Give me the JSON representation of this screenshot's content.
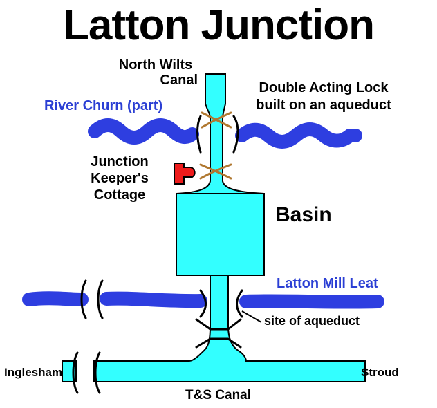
{
  "title": "Latton Junction",
  "labels": {
    "north_wilts_line1": "North Wilts",
    "north_wilts_line2": "Canal",
    "river_churn": "River Churn (part)",
    "lock_line1": "Double Acting Lock",
    "lock_line2": "built on an aqueduct",
    "cottage_line1": "Junction",
    "cottage_line2": "Keeper's",
    "cottage_line3": "Cottage",
    "basin": "Basin",
    "mill_leat": "Latton Mill Leat",
    "aqueduct_site": "site of aqueduct",
    "inglesham": "Inglesham",
    "stroud": "Stroud",
    "ts_canal": "T&S Canal"
  },
  "colors": {
    "canal_water": "#33ffff",
    "river": "#2e3ee0",
    "lock_gates": "#b07830",
    "cottage": "#ee1c1c",
    "label_blue": "#2b3fd4"
  }
}
